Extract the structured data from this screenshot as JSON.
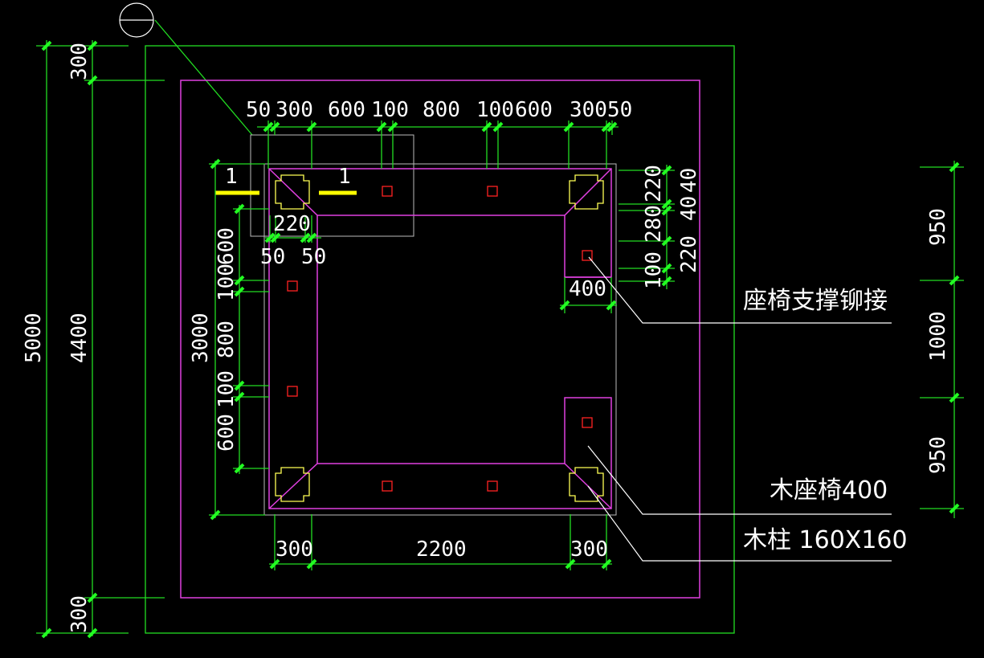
{
  "colors": {
    "background": "#000000",
    "dimension": "#22dd22",
    "outline": "#e040e0",
    "post": "#ffff55",
    "bolt": "#ff2222",
    "text": "#ffffff",
    "section": "#ffff00"
  },
  "dims": {
    "top": {
      "a": "50",
      "b": "300",
      "c": "600",
      "d": "100",
      "e": "800",
      "f": "100",
      "g": "600",
      "h": "300",
      "i": "50"
    },
    "bottom": {
      "a": "300",
      "b": "2200",
      "c": "300"
    },
    "left_outer": {
      "total": "5000",
      "all": "4400",
      "top": "300",
      "bottom": "300"
    },
    "left_inner": {
      "total": "3000",
      "a": "600",
      "b": "100",
      "c": "800",
      "d": "100",
      "e": "600"
    },
    "corner": {
      "w": "220",
      "a": "50",
      "b": "50"
    },
    "right_detail": {
      "a": "220",
      "b": "40",
      "c": "40",
      "d": "280",
      "e": "220",
      "f": "100",
      "g": "400"
    },
    "right_side": {
      "a": "950",
      "b": "1000",
      "c": "950"
    }
  },
  "section_marker": {
    "left": "1",
    "right": "1"
  },
  "notes": {
    "rivet": "座椅支撑铆接",
    "bench": "木座椅400",
    "post": "木柱 160X160"
  }
}
